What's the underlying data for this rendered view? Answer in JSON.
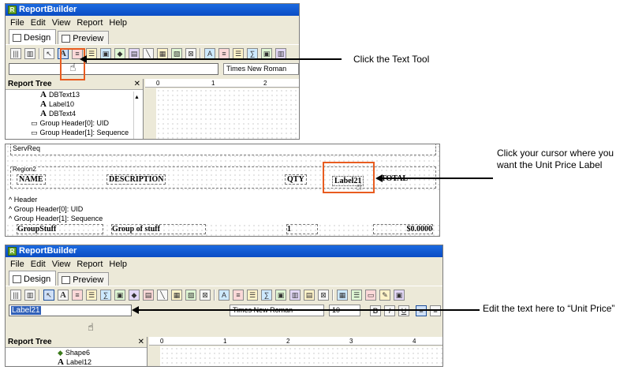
{
  "app": {
    "title": "ReportBuilder",
    "icon_letter": "R"
  },
  "menu": [
    "File",
    "Edit",
    "View",
    "Report",
    "Help"
  ],
  "tabs": {
    "design": "Design",
    "preview": "Preview"
  },
  "panel1": {
    "font_name": "Times New Roman",
    "tree_title": "Report Tree",
    "tree_items": [
      "DBText13",
      "Label10",
      "DBText4",
      "Group Header[0]: UID",
      "Group Header[1]: Sequence"
    ],
    "ruler_marks": [
      "0",
      "1",
      "2"
    ]
  },
  "panel2": {
    "band_top": "ServReq",
    "region_label": "Region2",
    "columns": [
      "NAME",
      "DESCRIPTION",
      "QTY",
      "Label21",
      "TOTAL"
    ],
    "sections": [
      "^ Header",
      "^ Group Header[0]: UID",
      "^ Group Header[1]: Sequence"
    ],
    "row": [
      "GroupStuff",
      "Group of stuff",
      "1",
      "$0.0000"
    ]
  },
  "panel3": {
    "edit_value": "Label21",
    "font_name": "Times New Roman",
    "font_size": "10",
    "format_buttons": [
      "B",
      "I",
      "U"
    ],
    "tree_title": "Report Tree",
    "tree_items": [
      "Shape6",
      "Label12"
    ],
    "ruler_marks": [
      "0",
      "1",
      "2",
      "3",
      "4"
    ]
  },
  "callouts": {
    "text_tool": "Click the Text Tool",
    "cursor": "Click your cursor where you want the Unit Price Label",
    "edit_text": "Edit the text here to “Unit Price”"
  },
  "colors": {
    "accent": "#e85c1f",
    "titlebar": "#0a4cc4",
    "chrome": "#ece9d8"
  }
}
